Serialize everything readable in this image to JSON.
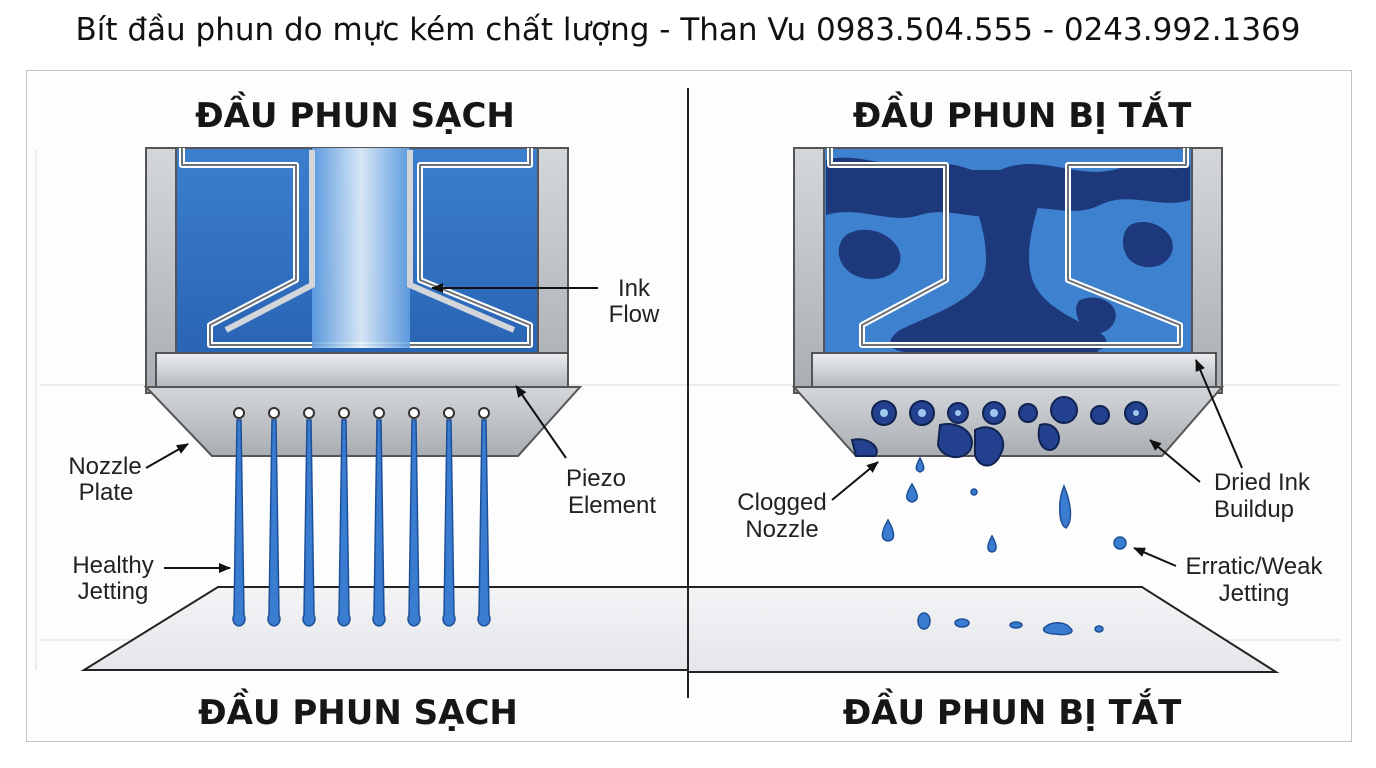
{
  "title": "Bít đầu phun do mực kém chất lượng - Than Vu 0983.504.555 - 0243.992.1369",
  "left_panel": {
    "heading_top": "ĐẦU PHUN SẠCH",
    "heading_bottom": "ĐẦU PHUN SẠCH",
    "labels": {
      "ink_flow": [
        "Ink",
        "Flow"
      ],
      "piezo_element": [
        "Piezo",
        "Element"
      ],
      "nozzle_plate": [
        "Nozzle",
        "Plate"
      ],
      "healthy_jetting": [
        "Healthy",
        "Jetting"
      ]
    }
  },
  "right_panel": {
    "heading_top": "ĐẦU PHUN BỊ TẮT",
    "heading_bottom": "ĐẦU PHUN BỊ TẮT",
    "labels": {
      "clogged_nozzle": [
        "Clogged",
        "Nozzle"
      ],
      "dried_ink_buildup": [
        "Dried Ink",
        "Buildup"
      ],
      "erratic_weak_jetting": [
        "Erratic/Weak",
        "Jetting"
      ]
    }
  },
  "colors": {
    "ink_blue": "#2f6fc0",
    "ink_light": "#7fb4e6",
    "dried_ink": "#1b2f6e",
    "metal": "#c3c7cb",
    "metal_dark": "#8e9398"
  }
}
